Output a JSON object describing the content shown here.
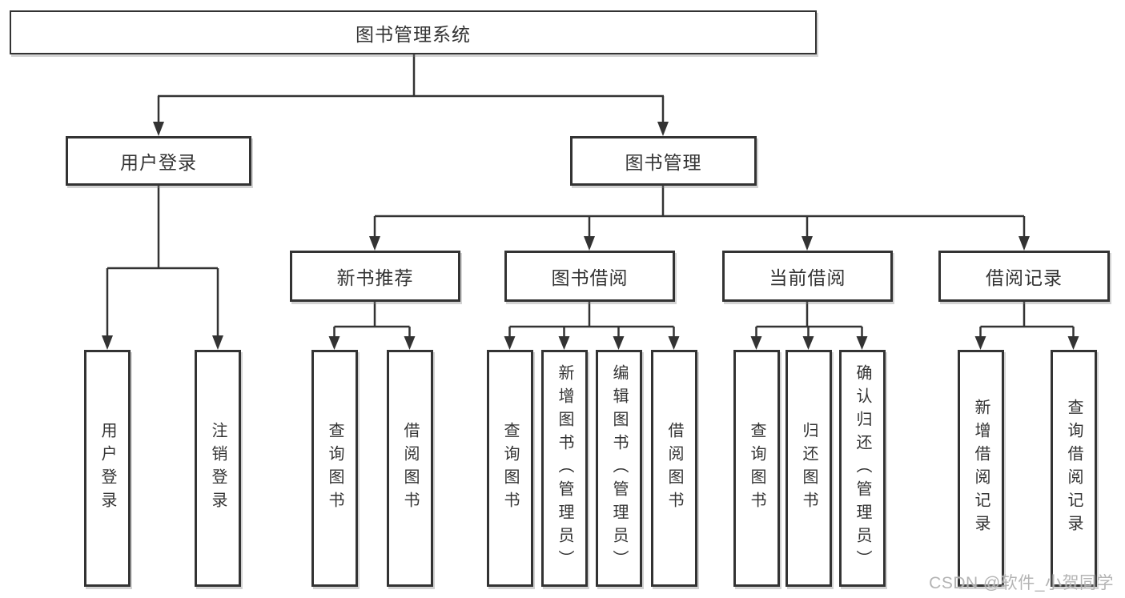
{
  "diagram_title": "图书管理系统",
  "tree": {
    "label": "图书管理系统",
    "children": [
      {
        "label": "用户登录",
        "children": [
          {
            "label": "用户登录"
          },
          {
            "label": "注销登录"
          }
        ]
      },
      {
        "label": "图书管理",
        "children": [
          {
            "label": "新书推荐",
            "children": [
              {
                "label": "查询图书"
              },
              {
                "label": "借阅图书"
              }
            ]
          },
          {
            "label": "图书借阅",
            "children": [
              {
                "label": "查询图书"
              },
              {
                "label": "新增图书（管理员）"
              },
              {
                "label": "编辑图书（管理员）"
              },
              {
                "label": "借阅图书"
              }
            ]
          },
          {
            "label": "当前借阅",
            "children": [
              {
                "label": "查询图书"
              },
              {
                "label": "归还图书"
              },
              {
                "label": "确认归还（管理员）"
              }
            ]
          },
          {
            "label": "借阅记录",
            "children": [
              {
                "label": "新增借阅记录"
              },
              {
                "label": "查询借阅记录"
              }
            ]
          }
        ]
      }
    ]
  },
  "watermark": {
    "text": "CSDN @软件_小贺同学"
  },
  "colors": {
    "line": "#333333",
    "box_border": "#333333",
    "text": "#333333",
    "watermark": "#b0b0b0",
    "background": "#ffffff"
  }
}
